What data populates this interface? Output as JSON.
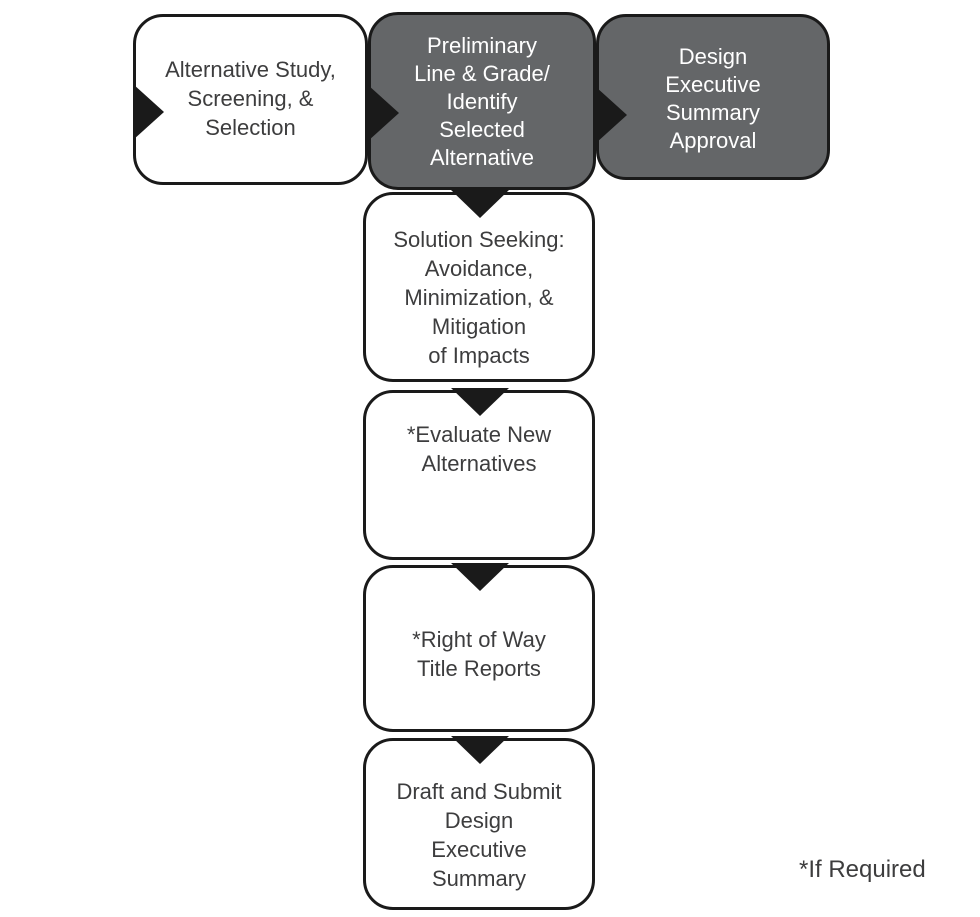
{
  "flowchart": {
    "top_row": [
      {
        "id": "alternative-study-screening-selection",
        "style": "light",
        "lines": [
          "Alternative Study,",
          "Screening, &",
          "Selection"
        ]
      },
      {
        "id": "preliminary-line-grade-identify-selected-alternative",
        "style": "dark",
        "lines": [
          "Preliminary",
          "Line & Grade/",
          "Identify",
          "Selected",
          "Alternative"
        ]
      },
      {
        "id": "design-executive-summary-approval",
        "style": "dark",
        "lines": [
          "Design",
          "Executive",
          "Summary",
          "Approval"
        ]
      }
    ],
    "vertical_chain": [
      {
        "id": "solution-seeking",
        "style": "light",
        "lines": [
          "Solution Seeking:",
          "Avoidance,",
          "Minimization, &",
          "Mitigation",
          "of Impacts"
        ]
      },
      {
        "id": "evaluate-new-alternatives",
        "style": "light",
        "lines": [
          "*Evaluate New",
          "Alternatives"
        ]
      },
      {
        "id": "right-of-way-title-reports",
        "style": "light",
        "lines": [
          "*Right of Way",
          "Title Reports"
        ]
      },
      {
        "id": "draft-and-submit-design-executive-summary",
        "style": "light",
        "lines": [
          "Draft and Submit",
          "Design",
          "Executive",
          "Summary"
        ]
      }
    ],
    "footnote": "*If Required",
    "colors": {
      "dark_box_fill": "#646668",
      "outline": "#1a1a1a",
      "arrow": "#1a1a1a",
      "light_box_text": "#3d3d3e",
      "dark_box_text": "#ffffff"
    }
  }
}
